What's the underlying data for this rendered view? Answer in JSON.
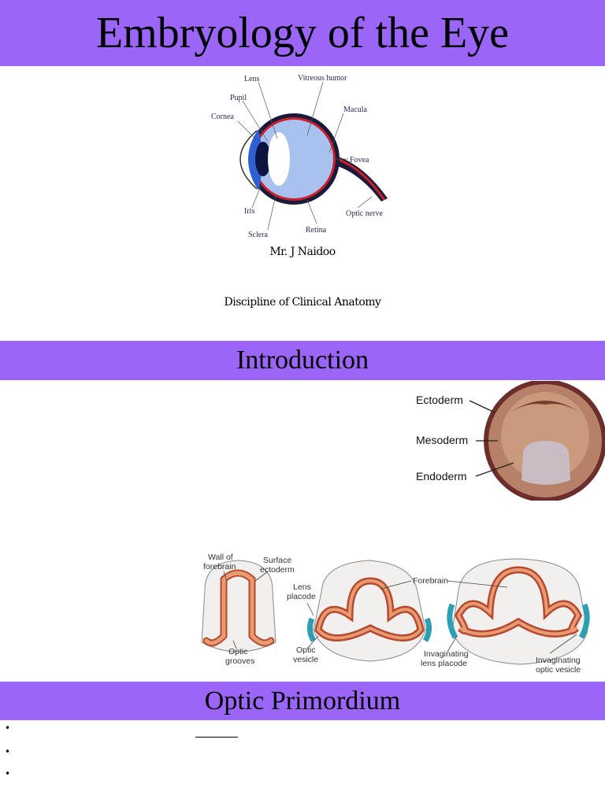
{
  "slide1": {
    "title": "Embryology of the Eye",
    "eye_labels": {
      "lens": "Lens",
      "vitreous": "Vitreous humor",
      "pupil": "Pupil",
      "macula": "Macula",
      "cornea": "Cornea",
      "fovea": "Fovea",
      "iris": "Iris",
      "optic_nerve": "Optic nerve",
      "sclera": "Sclera",
      "retina": "Retina"
    },
    "author": "Mr. J Naidoo",
    "discipline": "Discipline of Clinical Anatomy"
  },
  "slide2": {
    "title": "Introduction",
    "germ_labels": {
      "ectoderm": "Ectoderm",
      "mesoderm": "Mesoderm",
      "endoderm": "Endoderm"
    },
    "optic_labels": {
      "wall1": "Wall of",
      "wall2": "forebrain",
      "surface1": "Surface",
      "surface2": "ectoderm",
      "lens1": "Lens",
      "lens2": "placode",
      "forebrain": "Forebrain",
      "grooves1": "Optic",
      "grooves2": "grooves",
      "vesicle1": "Optic",
      "vesicle2": "vesicle",
      "inv_lens1": "Invaginating",
      "inv_lens2": "lens placode",
      "inv_opt1": "Invaginating",
      "inv_opt2": "optic vesicle"
    }
  },
  "slide3": {
    "title": "Optic Primordium",
    "bullets": [
      "•",
      "•",
      "•"
    ]
  }
}
